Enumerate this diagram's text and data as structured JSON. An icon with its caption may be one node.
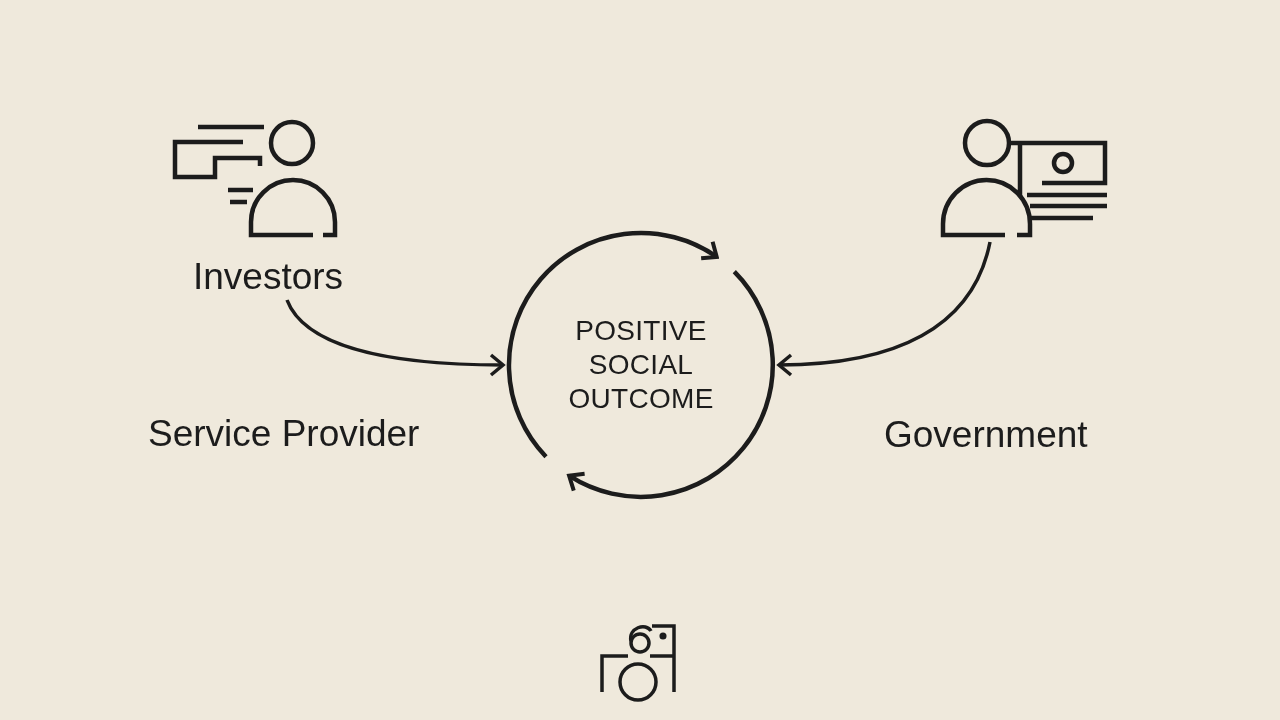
{
  "diagram": {
    "nodes": [
      {
        "text": [
          "Investors"
        ]
      },
      {
        "text": [],
        "shape": "picture"
      },
      {
        "text": [
          "POSITIVE SOCIAL OUTCOME"
        ]
      },
      {
        "text": [],
        "shape": "picture"
      }
    ],
    "edges": [
      {
        "from": 0,
        "to": 2,
        "arrow": "to"
      },
      {
        "from": 1,
        "to": 2,
        "arrow": "to"
      }
    ],
    "labels": [
      "Service Provider",
      "Government"
    ]
  }
}
